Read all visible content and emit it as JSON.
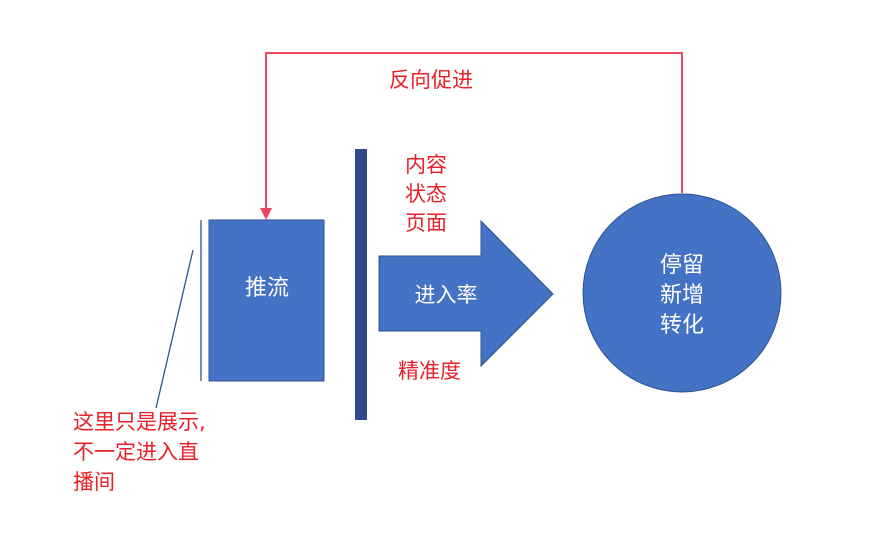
{
  "diagram": {
    "feedback_label": "反向促进",
    "push_box_label": "推流",
    "barrier_labels": [
      "内容",
      "状态",
      "页面"
    ],
    "arrow_label": "进入率",
    "precision_label": "精准度",
    "circle_lines": [
      "停留",
      "新增",
      "转化"
    ],
    "note_lines": [
      "这里只是展示,",
      "不一定进入直",
      "播间"
    ]
  },
  "colors": {
    "shape_fill": "#4472C4",
    "shape_stroke": "#2F528F",
    "barrier_fill": "#2F4A8A",
    "red_text": "#E8202A",
    "feedback_line": "#E8475F",
    "note_line": "#2F528F"
  }
}
